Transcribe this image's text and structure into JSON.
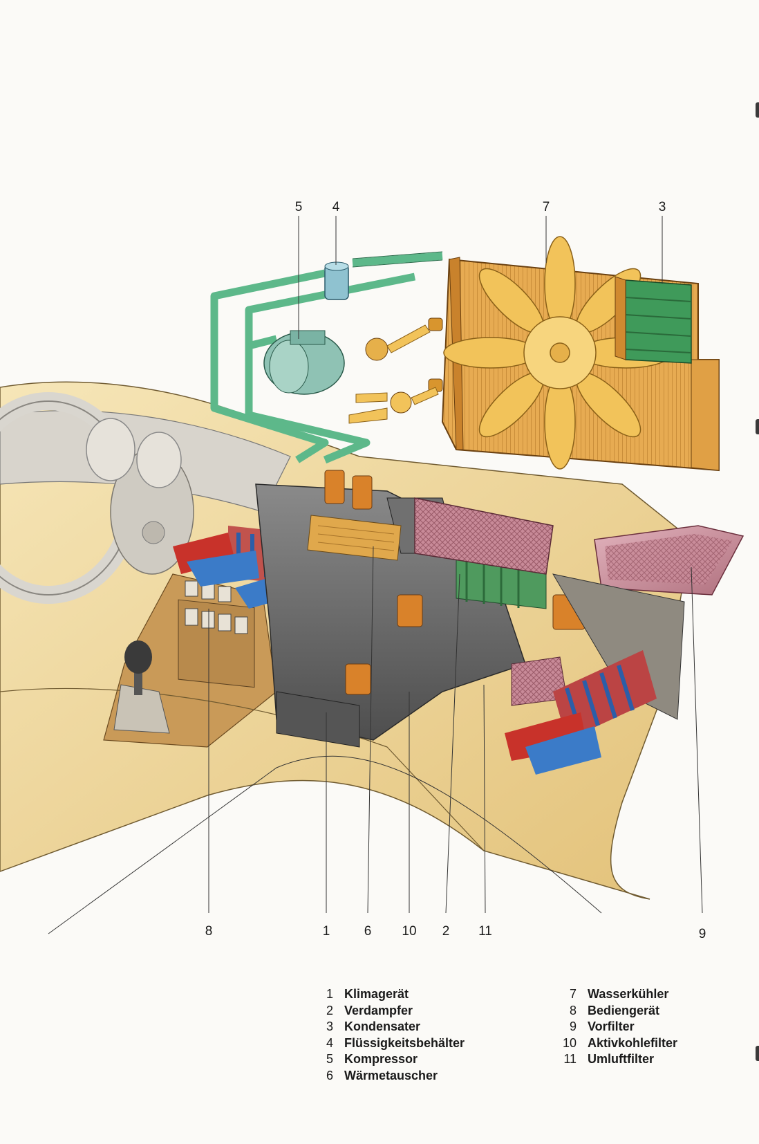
{
  "callouts": {
    "c1": "1",
    "c2": "2",
    "c3": "3",
    "c4": "4",
    "c5": "5",
    "c6": "6",
    "c7": "7",
    "c8": "8",
    "c9": "9",
    "c10": "10",
    "c11": "11"
  },
  "legend": {
    "left": [
      {
        "num": "1",
        "label": "Klimagerät"
      },
      {
        "num": "2",
        "label": "Verdampfer"
      },
      {
        "num": "3",
        "label": "Kondensater"
      },
      {
        "num": "4",
        "label": "Flüssigkeitsbehälter"
      },
      {
        "num": "5",
        "label": "Kompressor"
      },
      {
        "num": "6",
        "label": "Wärmetauscher"
      }
    ],
    "right": [
      {
        "num": "7",
        "label": "Wasserkühler"
      },
      {
        "num": "8",
        "label": "Bediengerät"
      },
      {
        "num": "9",
        "label": "Vorfilter"
      },
      {
        "num": "10",
        "label": "Aktivkohlefilter"
      },
      {
        "num": "11",
        "label": "Umluftfilter"
      }
    ]
  },
  "colors": {
    "radiator": "#e0a045",
    "fan": "#f2c35a",
    "condenser": "#3f9a5a",
    "refrigerant_line": "#5db88a",
    "warm_air": "#c8322a",
    "cool_air": "#3b7bc8",
    "filter": "#c98a9a",
    "dashboard": "#efd9a0",
    "housing": "#6b6b6b"
  }
}
